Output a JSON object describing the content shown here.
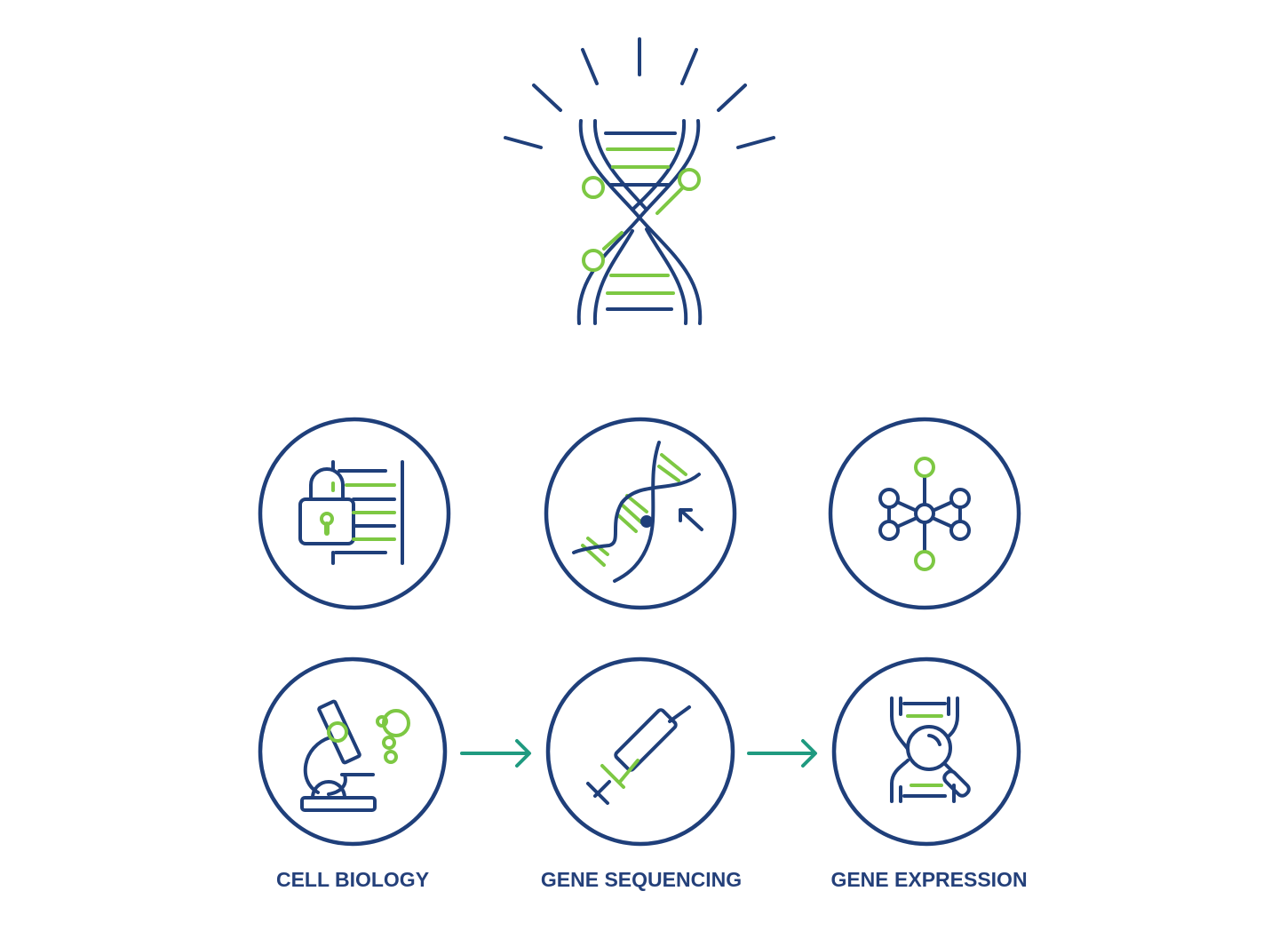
{
  "colors": {
    "primary": "#1f3f7a",
    "accent": "#7dc843",
    "arrow": "#1f9a80"
  },
  "hero": {
    "icon": "dna-helix-icon"
  },
  "top_row": [
    {
      "icon": "lock-data-icon"
    },
    {
      "icon": "dna-strand-pointer-icon"
    },
    {
      "icon": "molecule-network-icon"
    }
  ],
  "workflow": [
    {
      "icon": "microscope-icon",
      "label": "CELL BIOLOGY"
    },
    {
      "icon": "syringe-icon",
      "label": "GENE SEQUENCING"
    },
    {
      "icon": "dna-magnifier-icon",
      "label": "GENE EXPRESSION"
    }
  ]
}
